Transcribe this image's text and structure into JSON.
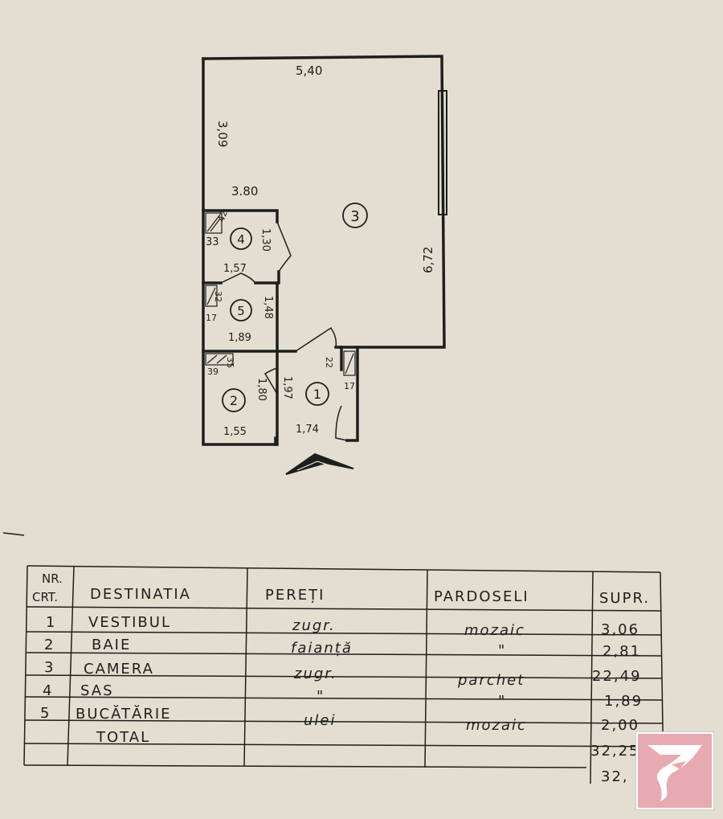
{
  "plan": {
    "dims": {
      "top_width": "5,40",
      "left_height": "3,09",
      "wall_length": "3.80",
      "right_height": "6,72",
      "sas_w_small": "42",
      "sas_side": "33",
      "sas_height": "1,30",
      "sas_width": "1,57",
      "kitchen_small_a": "32",
      "kitchen_small_b": "17",
      "kitchen_height": "1,48",
      "kitchen_width": "1,89",
      "bath_small_a": "39",
      "bath_small_b": "35",
      "bath_height": "1,80",
      "bath_width": "1,55",
      "hall_height": "1,97",
      "hall_width": "1,74",
      "hall_small_a": "22",
      "hall_small_b": "17"
    },
    "rooms": [
      {
        "number": "1"
      },
      {
        "number": "2"
      },
      {
        "number": "3"
      },
      {
        "number": "4"
      },
      {
        "number": "5"
      }
    ]
  },
  "table": {
    "headers": [
      "NR. CRT.",
      "DESTINATIA",
      "PEREȚI",
      "PARDOSELI",
      "SUPR."
    ],
    "header_nr_line1": "NR.",
    "header_nr_line2": "CRT.",
    "rows": [
      {
        "nr": "1",
        "dest": "VESTIBUL",
        "pereti": "zugr.",
        "pardoseli": "mozaic",
        "supr": "3,06"
      },
      {
        "nr": "2",
        "dest": "BAIE",
        "pereti": "faianță",
        "pardoseli": "\"",
        "supr": "2,81"
      },
      {
        "nr": "3",
        "dest": "CAMERA",
        "pereti": "zugr.",
        "pardoseli": "parchet",
        "supr": "22,49"
      },
      {
        "nr": "4",
        "dest": "SAS",
        "pereti": "\"",
        "pardoseli": "\"",
        "supr": "1,89"
      },
      {
        "nr": "5",
        "dest": "BUCĂTĂRIE",
        "pereti": "ulei",
        "pardoseli": "mozaic",
        "supr": "2,00"
      }
    ],
    "total_label": "TOTAL",
    "total_value": "32,25",
    "extra_value": "32,"
  },
  "colors": {
    "paper": "#e3ded0",
    "ink": "#1e1e1e",
    "logo_pink": "#e8aab2"
  },
  "icons": [
    "entrance-arrow-icon",
    "brand-logo-icon"
  ]
}
